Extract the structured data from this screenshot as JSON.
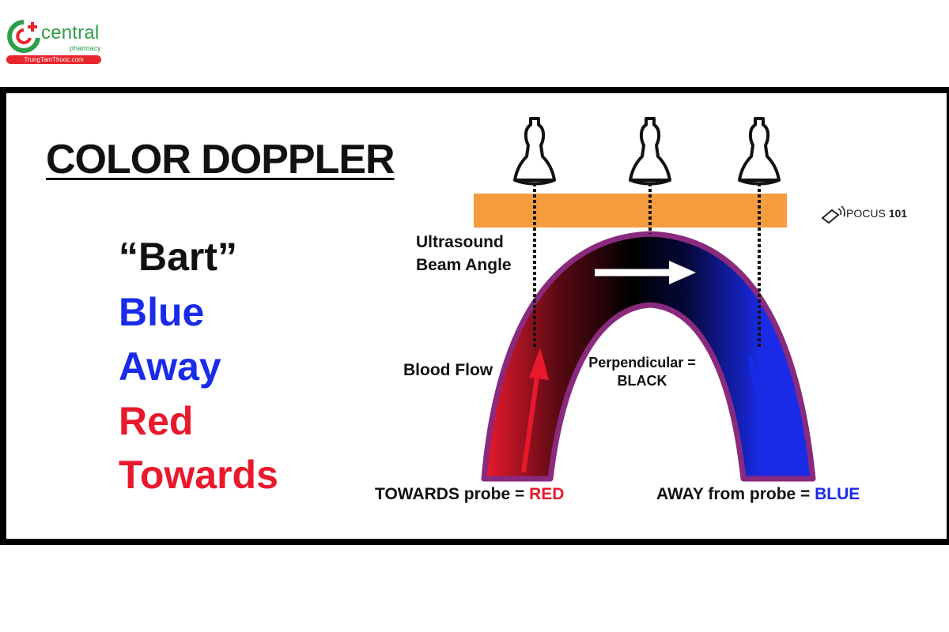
{
  "logo": {
    "brand": "central",
    "sub": "pharmacy",
    "site": "TrungTamThuoc.com",
    "icon": "pharmacy-cross-logo",
    "colors": {
      "green": "#2e9e4a",
      "red": "#e8262d"
    }
  },
  "title": "COLOR DOPPLER",
  "mnemonic": {
    "quote": "“Bart”",
    "blue": "Blue",
    "away": "Away",
    "red": "Red",
    "towards": "Towards",
    "colors": {
      "quote": "#111111",
      "blue": "#1a2be8",
      "red": "#e8192c"
    }
  },
  "labels": {
    "beam_line1": "Ultrasound",
    "beam_line2": "Beam Angle",
    "blood_flow": "Blood Flow",
    "perp_line1": "Perpendicular =",
    "perp_line2": "BLACK",
    "towards_prefix": "TOWARDS probe = ",
    "towards_color": "RED",
    "away_prefix": "AWAY from probe = ",
    "away_color": "BLUE"
  },
  "brand": {
    "name": "POCUS",
    "number": "101"
  },
  "probes": [
    "ultrasound-probe-icon",
    "ultrasound-probe-icon",
    "ultrasound-probe-icon"
  ],
  "colors": {
    "gel_bar": "#f59c3e",
    "vessel_wall": "#8a2a7e",
    "flow_red": "#e8192c",
    "flow_blue": "#1a2be8",
    "flow_black": "#000000"
  }
}
